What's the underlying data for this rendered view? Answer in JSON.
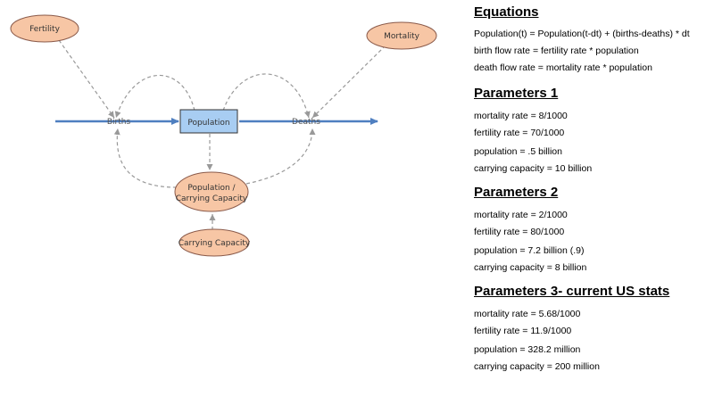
{
  "diagram": {
    "nodes": {
      "fertility": "Fertility",
      "mortality": "Mortality",
      "population": "Population",
      "ratio_line1": "Population /",
      "ratio_line2": "Carrying Capacity",
      "carrying_capacity": "Carrying Capacity"
    },
    "flows": {
      "births": "Births",
      "deaths": "Deaths"
    },
    "colors": {
      "stock_fill": "#a8cdf2",
      "aux_fill": "#f7c6a5",
      "flow_line": "#4f7fc0",
      "link_line": "#999999"
    }
  },
  "equations": {
    "title": "Equations",
    "lines": [
      "Population(t) = Population(t-dt) + (births-deaths) * dt",
      "birth flow rate = fertility rate * population",
      "death flow rate = mortality rate * population"
    ]
  },
  "parameters1": {
    "title": "Parameters 1",
    "lines": [
      "mortality rate = 8/1000",
      "fertility rate = 70/1000",
      "population = .5 billion",
      "carrying capacity = 10 billion"
    ]
  },
  "parameters2": {
    "title": "Parameters 2",
    "lines": [
      "mortality rate = 2/1000",
      "fertility rate = 80/1000",
      "population = 7.2 billion (.9)",
      "carrying capacity = 8 billion"
    ]
  },
  "parameters3": {
    "title": "Parameters 3- current US stats",
    "lines": [
      "mortality rate = 5.68/1000",
      "fertility rate = 11.9/1000",
      "population = 328.2 million",
      "carrying capacity = 200 million"
    ]
  }
}
